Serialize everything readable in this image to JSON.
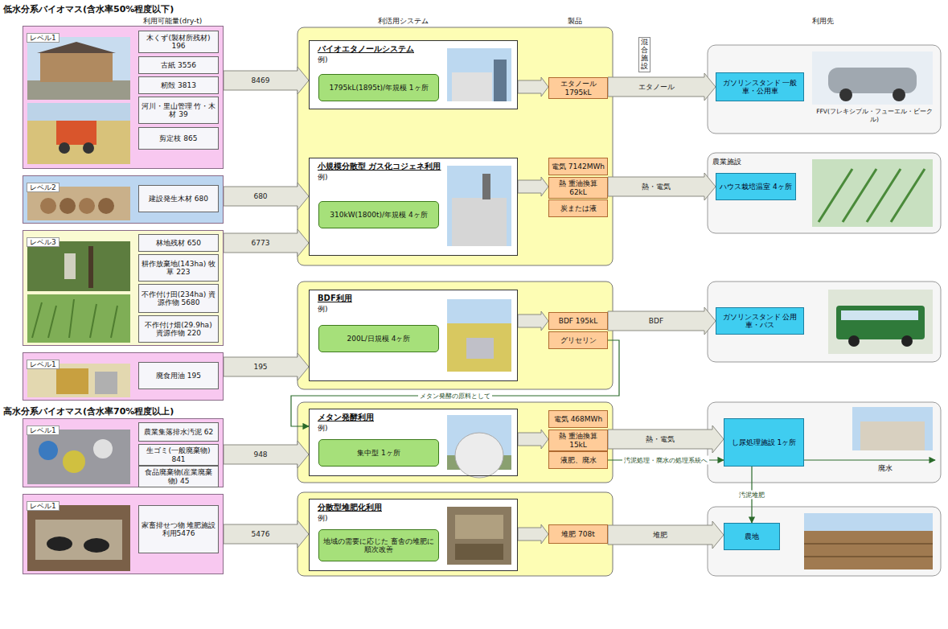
{
  "diagram": {
    "nodes": [
      {
        "text": [
          "レベル1"
        ]
      },
      {
        "text": [
          "木くず(製材所残材) 196"
        ],
        "in": 0
      },
      {
        "text": [
          "古紙 3556"
        ],
        "in": 0
      },
      {
        "text": [
          "籾殻 3813"
        ],
        "in": 0
      },
      {
        "text": [
          "河川・里山管理 竹・木材 39"
        ],
        "in": 0
      },
      {
        "text": [
          "剪定枝 865"
        ],
        "in": 0
      },
      {
        "text": [
          "レベル2"
        ]
      },
      {
        "text": [
          "建設発生木材 680"
        ],
        "in": 6
      },
      {
        "text": [
          "レベル3"
        ]
      },
      {
        "text": [
          "林地残材 650"
        ],
        "in": 8
      },
      {
        "text": [
          "耕作放棄地(143ha) 牧草 223"
        ],
        "in": 8
      },
      {
        "text": [
          "不作付け田(234ha) 資源作物 5680"
        ],
        "in": 8
      },
      {
        "text": [
          "不作付け畑(29.9ha) 資源作物 220"
        ],
        "in": 8
      },
      {
        "text": [
          "レベル1"
        ]
      },
      {
        "text": [
          "廃食用油 195"
        ],
        "in": 13
      },
      {
        "text": [
          "レベル1"
        ]
      },
      {
        "text": [
          "農業集落排水汚泥 62"
        ],
        "in": 15
      },
      {
        "text": [
          "生ゴミ(一般廃棄物) 841"
        ],
        "in": 15
      },
      {
        "text": [
          "食品廃棄物(産業廃棄物) 45"
        ],
        "in": 15
      },
      {
        "text": [
          "レベル1"
        ]
      },
      {
        "text": [
          "家畜排せつ物 堆肥施設利用5476"
        ],
        "in": 19
      },
      {
        "text": [
          "バイオエタノールシステム",
          "例)"
        ]
      },
      {
        "text": [
          "1795kL(1895t)/年規模 1ヶ所"
        ],
        "in": 21
      },
      {
        "text": [
          "小規模分散型 ガス化コジェネ利用",
          "例)"
        ]
      },
      {
        "text": [
          "310kW(1800t)/年規模 4ヶ所"
        ],
        "in": 23
      },
      {
        "text": [
          "BDF利用",
          "例)"
        ]
      },
      {
        "text": [
          "200L/日規模 4ヶ所"
        ],
        "in": 25
      },
      {
        "text": [
          "メタン発酵利用",
          "例)"
        ]
      },
      {
        "text": [
          "集中型 1ヶ所"
        ],
        "in": 27
      },
      {
        "text": [
          "分散型堆肥化利用",
          "例)"
        ]
      },
      {
        "text": [
          "地域の需要に応じた 畜舎の堆肥に順次改善"
        ],
        "in": 29
      },
      {
        "text": [
          "エタノール 1795kL"
        ]
      },
      {
        "text": [
          "電気 7142MWh"
        ]
      },
      {
        "text": [
          "熱 重油換算62kL"
        ]
      },
      {
        "text": [
          "炭または液"
        ]
      },
      {
        "text": [
          "BDF 195kL"
        ]
      },
      {
        "text": [
          "グリセリン"
        ]
      },
      {
        "text": [
          "電気 468MWh"
        ]
      },
      {
        "text": [
          "熱 重油換算15kL"
        ]
      },
      {
        "text": [
          "液肥、廃水"
        ]
      },
      {
        "text": [
          "堆肥 708t"
        ]
      },
      {
        "text": [
          "ガソリンスタンド 一般車・公用車"
        ]
      },
      {
        "text": [
          "ハウス栽培温室 4ヶ所"
        ]
      },
      {
        "text": [
          "ガソリンスタンド 公用車・バス"
        ]
      },
      {
        "text": [
          "し尿処理施設 1ヶ所"
        ]
      },
      {
        "text": [
          "農地"
        ]
      }
    ],
    "edges": [
      {
        "from": 0,
        "to": 21,
        "label": "8469",
        "arrow": "to"
      },
      {
        "from": 6,
        "to": 23,
        "label": "680",
        "arrow": "to"
      },
      {
        "from": 8,
        "to": 23,
        "label": "6773",
        "arrow": "to"
      },
      {
        "from": 13,
        "to": 25,
        "label": "195",
        "arrow": "to"
      },
      {
        "from": 15,
        "to": 27,
        "label": "948",
        "arrow": "to"
      },
      {
        "from": 19,
        "to": 29,
        "label": "5476",
        "arrow": "to"
      },
      {
        "from": 21,
        "to": 31,
        "arrow": "to"
      },
      {
        "from": 23,
        "to": 33,
        "arrow": "to"
      },
      {
        "from": 25,
        "to": 35,
        "arrow": "to"
      },
      {
        "from": 27,
        "to": 38,
        "arrow": "to"
      },
      {
        "from": 29,
        "to": 40,
        "arrow": "to"
      },
      {
        "from": 31,
        "to": 41,
        "label": "エタノール",
        "arrow": "to"
      },
      {
        "from": 33,
        "to": 42,
        "label": "熱・電気",
        "arrow": "to"
      },
      {
        "from": 35,
        "to": 43,
        "label": "BDF",
        "arrow": "to"
      },
      {
        "from": 38,
        "to": 44,
        "label": "熱・電気",
        "arrow": "to"
      },
      {
        "from": 40,
        "to": 45,
        "label": "堆肥",
        "arrow": "to"
      },
      {
        "from": 36,
        "to": 27,
        "label": "メタン発酵の原料として",
        "arrow": "to"
      },
      {
        "from": 39,
        "to": 44,
        "label": "汚泥処理・廃水の処理系統へ",
        "arrow": "to"
      },
      {
        "from": 44,
        "to": 45,
        "label": "汚泥堆肥",
        "arrow": "to"
      }
    ],
    "labels": [
      "低水分系バイオマス(含水率50%程度以下)",
      "利用可能量(dry-t)",
      "利活用システム",
      "製品",
      "利用先",
      "混合施設",
      "FFV(フレキシブル・フューエル・ビークル)",
      "農業施設",
      "廃水",
      "高水分系バイオマス(含水率70%程度以上)"
    ]
  }
}
